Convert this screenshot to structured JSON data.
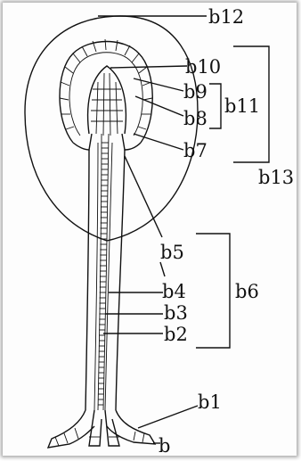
{
  "labels": {
    "b": "b",
    "b1": "b1",
    "b2": "b2",
    "b3": "b3",
    "b4": "b4",
    "b5": "b5",
    "b6": "b6",
    "b7": "b7",
    "b8": "b8",
    "b9": "b9",
    "b10": "b10",
    "b11": "b11",
    "b12": "b12",
    "b13": "b13"
  }
}
